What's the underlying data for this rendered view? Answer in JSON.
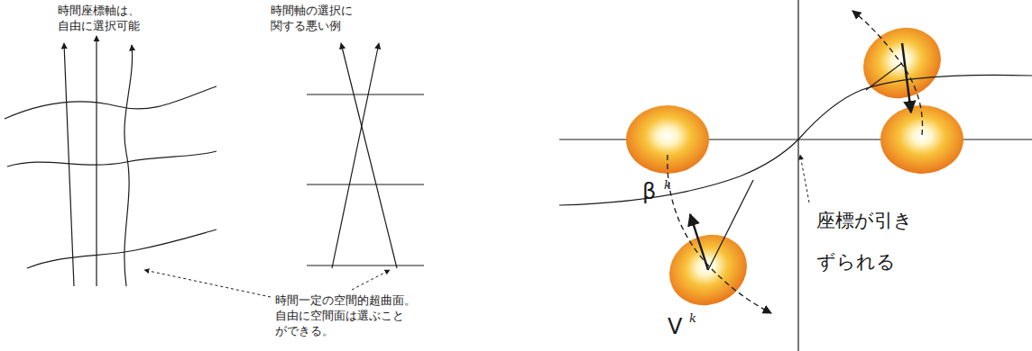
{
  "diagram": {
    "labels": [
      "時間座標軸は、 自由に選択可能",
      "時間軸の選択に 関する悪い例",
      "時間一定の空間的超曲面。 自由に空間面は選ぶこと ができる。",
      "β",
      "k",
      "V",
      "k",
      "座標が引き ずられる"
    ]
  }
}
